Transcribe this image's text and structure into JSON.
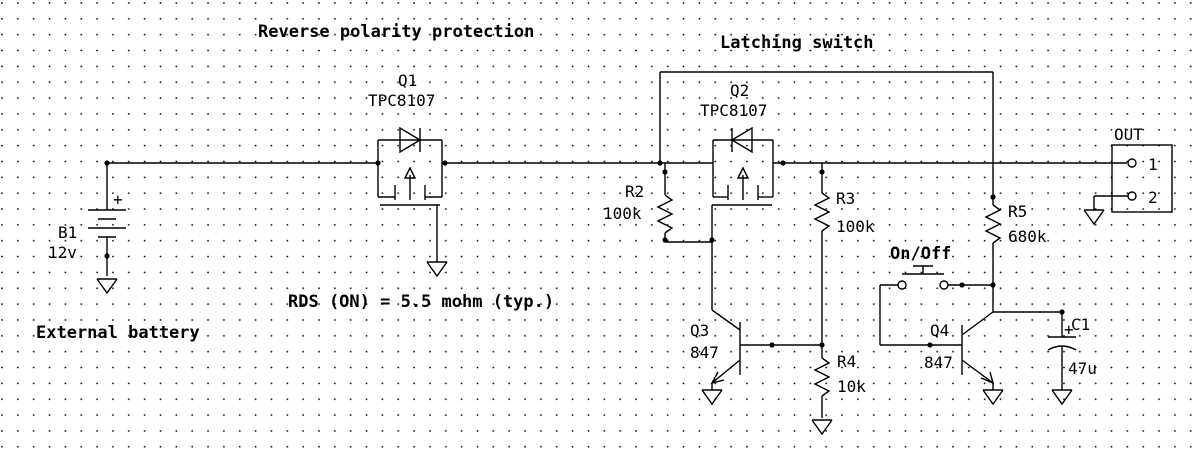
{
  "titles": {
    "reverse_polarity": "Reverse polarity protection",
    "latching_switch": "Latching switch",
    "rds_note": "RDS (ON) = 5.5 mohm (typ.)",
    "external_battery": "External battery"
  },
  "components": {
    "q1": {
      "ref": "Q1",
      "part": "TPC8107"
    },
    "q2": {
      "ref": "Q2",
      "part": "TPC8107"
    },
    "q3": {
      "ref": "Q3",
      "part": "847"
    },
    "q4": {
      "ref": "Q4",
      "part": "847"
    },
    "b1": {
      "ref": "B1",
      "value": "12v",
      "polarity": "+"
    },
    "r2": {
      "ref": "R2",
      "value": "100k"
    },
    "r3": {
      "ref": "R3",
      "value": "100k"
    },
    "r4": {
      "ref": "R4",
      "value": "10k"
    },
    "r5": {
      "ref": "R5",
      "value": "680k"
    },
    "c1": {
      "ref": "C1",
      "value": "47u",
      "polarity": "+"
    },
    "switch": {
      "label": "On/Off"
    },
    "out": {
      "label": "OUT",
      "pin1": "1",
      "pin2": "2"
    }
  },
  "colors": {
    "background": "#ffffff",
    "ink": "#000000",
    "grid_dot": "#000000"
  }
}
